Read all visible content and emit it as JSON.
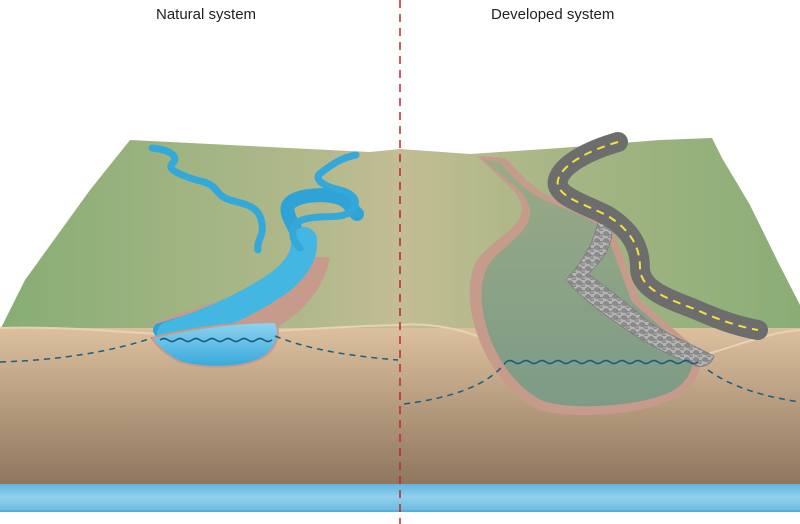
{
  "panels": {
    "left": {
      "title": "Natural system"
    },
    "right": {
      "title": "Developed system"
    }
  },
  "colors": {
    "grass": "#8db07a",
    "soil_top": "#dcc09e",
    "soil_bottom": "#8f765e",
    "water": "#4fb8e0",
    "aquifer": "#7ec6e8",
    "divider": "#c0272d",
    "water_table": "#1a5e82",
    "road": "#6d6d6d",
    "road_line": "#f2e33a",
    "riprap": "#a8a8a8"
  },
  "icons": {
    "divider": "dashed-divider-line",
    "water_table": "dashed-water-table-line"
  }
}
